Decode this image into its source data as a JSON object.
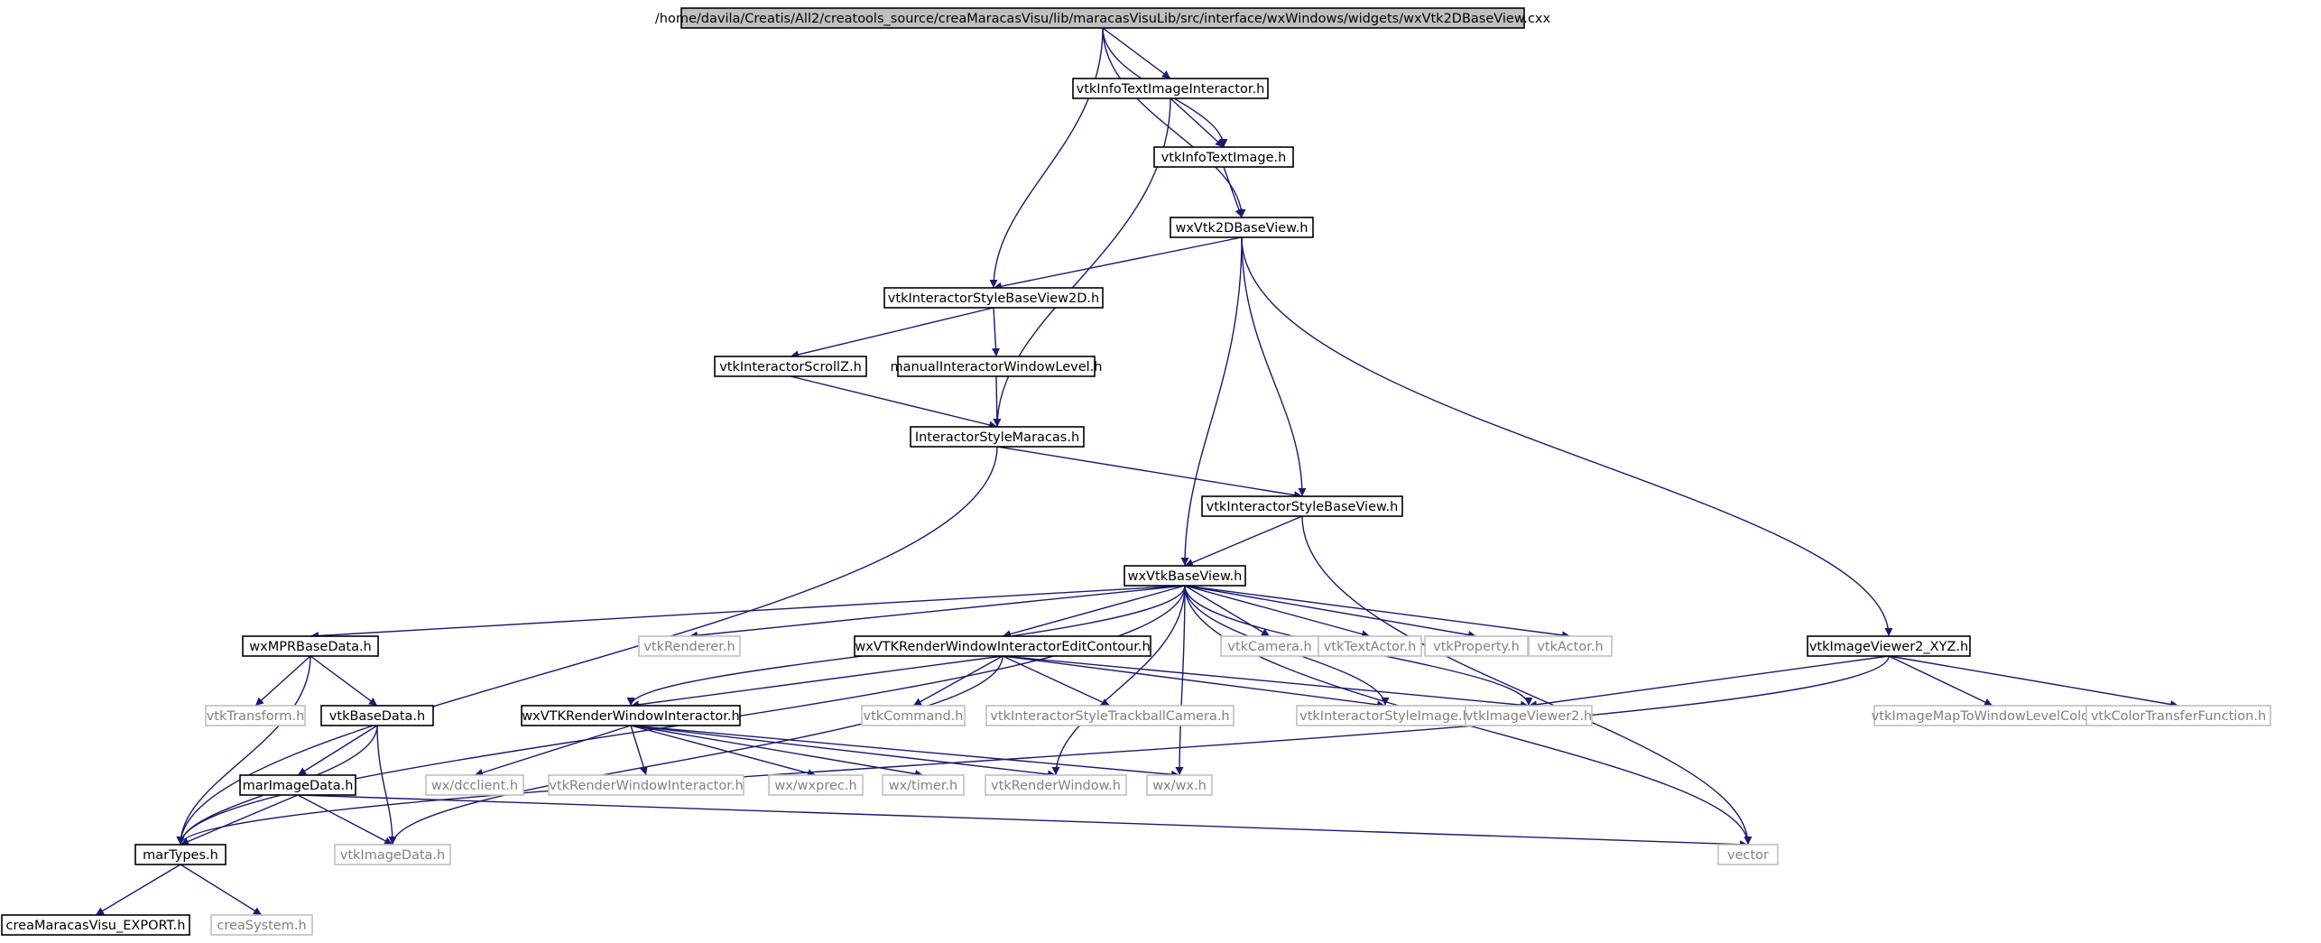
{
  "colors": {
    "edge": "#191970",
    "documented_border": "#000000",
    "undocumented_border": "#bfbfbf",
    "undocumented_text": "#808080",
    "root_fill": "#bfbfbf",
    "text": "#000000"
  },
  "nodes": {
    "root": "/home/davila/Creatis/All2/creatools_source/creaMaracasVisu/lib/maracasVisuLib/src/interface/wxWindows/widgets/wxVtk2DBaseView.cxx",
    "vtkInfoTextImageInteractor": "vtkInfoTextImageInteractor.h",
    "vtkInfoTextImage": "vtkInfoTextImage.h",
    "wxVtk2DBaseView": "wxVtk2DBaseView.h",
    "vtkInteractorStyleBaseView2D": "vtkInteractorStyleBaseView2D.h",
    "vtkInteractorScrollZ": "vtkInteractorScrollZ.h",
    "manualInteractorWindowLevel": "manualInteractorWindowLevel.h",
    "InteractorStyleMaracas": "InteractorStyleMaracas.h",
    "vtkInteractorStyleBaseView": "vtkInteractorStyleBaseView.h",
    "wxVtkBaseView": "wxVtkBaseView.h",
    "wxMPRBaseData": "wxMPRBaseData.h",
    "vtkRenderer": "vtkRenderer.h",
    "wxVTKRenderWindowInteractorEditContour": "wxVTKRenderWindowInteractorEditContour.h",
    "vtkCamera": "vtkCamera.h",
    "vtkTextActor": "vtkTextActor.h",
    "vtkProperty": "vtkProperty.h",
    "vtkActor": "vtkActor.h",
    "vtkImageViewer2_XYZ": "vtkImageViewer2_XYZ.h",
    "vtkTransform": "vtkTransform.h",
    "vtkBaseData": "vtkBaseData.h",
    "wxVTKRenderWindowInteractor": "wxVTKRenderWindowInteractor.h",
    "vtkCommand": "vtkCommand.h",
    "vtkInteractorStyleTrackballCamera": "vtkInteractorStyleTrackballCamera.h",
    "vtkInteractorStyleImage": "vtkInteractorStyleImage.h",
    "vtkImageViewer2": "vtkImageViewer2.h",
    "vtkImageMapToWindowLevelColors": "vtkImageMapToWindowLevelColors.h",
    "vtkColorTransferFunction": "vtkColorTransferFunction.h",
    "wxdcclient": "wx/dcclient.h",
    "vtkRenderWindowInteractor": "vtkRenderWindowInteractor.h",
    "wxwxprec": "wx/wxprec.h",
    "wxtimer": "wx/timer.h",
    "vtkRenderWindow": "vtkRenderWindow.h",
    "wxwx": "wx/wx.h",
    "marImageData": "marImageData.h",
    "marTypes": "marTypes.h",
    "vtkImageData": "vtkImageData.h",
    "vector": "vector",
    "creaMaracasVisu_EXPORT": "creaMaracasVisu_EXPORT.h",
    "creaSystem": "creaSystem.h"
  },
  "documented": [
    "vtkInfoTextImageInteractor",
    "vtkInfoTextImage",
    "wxVtk2DBaseView",
    "vtkInteractorStyleBaseView2D",
    "vtkInteractorScrollZ",
    "manualInteractorWindowLevel",
    "InteractorStyleMaracas",
    "vtkInteractorStyleBaseView",
    "wxVtkBaseView",
    "wxMPRBaseData",
    "wxVTKRenderWindowInteractorEditContour",
    "vtkImageViewer2_XYZ",
    "vtkBaseData",
    "wxVTKRenderWindowInteractor",
    "marImageData",
    "marTypes",
    "creaMaracasVisu_EXPORT"
  ],
  "edges": [
    [
      "root",
      "vtkInfoTextImageInteractor"
    ],
    [
      "root",
      "vtkInfoTextImage"
    ],
    [
      "root",
      "wxVtk2DBaseView"
    ],
    [
      "root",
      "vtkInteractorStyleBaseView2D"
    ],
    [
      "vtkInfoTextImageInteractor",
      "vtkInfoTextImage"
    ],
    [
      "vtkInfoTextImageInteractor",
      "InteractorStyleMaracas"
    ],
    [
      "vtkInfoTextImage",
      "wxVtk2DBaseView"
    ],
    [
      "wxVtk2DBaseView",
      "vtkInteractorStyleBaseView2D"
    ],
    [
      "wxVtk2DBaseView",
      "wxVtkBaseView"
    ],
    [
      "wxVtk2DBaseView",
      "vtkInteractorStyleBaseView"
    ],
    [
      "wxVtk2DBaseView",
      "vtkImageViewer2_XYZ"
    ],
    [
      "vtkInteractorStyleBaseView2D",
      "vtkInteractorScrollZ"
    ],
    [
      "vtkInteractorStyleBaseView2D",
      "manualInteractorWindowLevel"
    ],
    [
      "vtkInteractorScrollZ",
      "InteractorStyleMaracas"
    ],
    [
      "manualInteractorWindowLevel",
      "InteractorStyleMaracas"
    ],
    [
      "InteractorStyleMaracas",
      "vtkInteractorStyleBaseView"
    ],
    [
      "InteractorStyleMaracas",
      "marTypes"
    ],
    [
      "vtkInteractorStyleBaseView",
      "wxVtkBaseView"
    ],
    [
      "vtkInteractorStyleBaseView",
      "vector"
    ],
    [
      "wxVtkBaseView",
      "wxMPRBaseData"
    ],
    [
      "wxVtkBaseView",
      "vtkRenderer"
    ],
    [
      "wxVtkBaseView",
      "wxVTKRenderWindowInteractorEditContour"
    ],
    [
      "wxVtkBaseView",
      "vtkCamera"
    ],
    [
      "wxVtkBaseView",
      "vtkTextActor"
    ],
    [
      "wxVtkBaseView",
      "vtkProperty"
    ],
    [
      "wxVtkBaseView",
      "vtkActor"
    ],
    [
      "wxVtkBaseView",
      "vtkInteractorStyleImage"
    ],
    [
      "wxVtkBaseView",
      "vtkImageViewer2"
    ],
    [
      "wxVtkBaseView",
      "wxVTKRenderWindowInteractor"
    ],
    [
      "wxVtkBaseView",
      "vtkRenderWindow"
    ],
    [
      "wxVtkBaseView",
      "wxwx"
    ],
    [
      "wxVtkBaseView",
      "marTypes"
    ],
    [
      "wxVtkBaseView",
      "vector"
    ],
    [
      "wxMPRBaseData",
      "vtkTransform"
    ],
    [
      "wxMPRBaseData",
      "vtkBaseData"
    ],
    [
      "wxMPRBaseData",
      "marTypes"
    ],
    [
      "wxVTKRenderWindowInteractorEditContour",
      "wxVTKRenderWindowInteractor"
    ],
    [
      "wxVTKRenderWindowInteractorEditContour",
      "vtkCommand"
    ],
    [
      "wxVTKRenderWindowInteractorEditContour",
      "vtkInteractorStyleTrackballCamera"
    ],
    [
      "wxVTKRenderWindowInteractorEditContour",
      "vtkInteractorStyleImage"
    ],
    [
      "wxVTKRenderWindowInteractorEditContour",
      "vtkImageViewer2"
    ],
    [
      "wxVTKRenderWindowInteractorEditContour",
      "vtkImageData"
    ],
    [
      "vtkImageViewer2_XYZ",
      "vtkImageViewer2"
    ],
    [
      "vtkImageViewer2_XYZ",
      "vtkImageMapToWindowLevelColors"
    ],
    [
      "vtkImageViewer2_XYZ",
      "vtkColorTransferFunction"
    ],
    [
      "vtkImageViewer2_XYZ",
      "marTypes"
    ],
    [
      "vtkBaseData",
      "marImageData"
    ],
    [
      "vtkBaseData",
      "marTypes"
    ],
    [
      "vtkBaseData",
      "vtkImageData"
    ],
    [
      "wxVTKRenderWindowInteractor",
      "wxdcclient"
    ],
    [
      "wxVTKRenderWindowInteractor",
      "vtkRenderWindowInteractor"
    ],
    [
      "wxVTKRenderWindowInteractor",
      "wxwxprec"
    ],
    [
      "wxVTKRenderWindowInteractor",
      "wxtimer"
    ],
    [
      "wxVTKRenderWindowInteractor",
      "vtkRenderWindow"
    ],
    [
      "wxVTKRenderWindowInteractor",
      "wxwx"
    ],
    [
      "marImageData",
      "marTypes"
    ],
    [
      "marImageData",
      "vtkImageData"
    ],
    [
      "marImageData",
      "vector"
    ],
    [
      "marTypes",
      "creaMaracasVisu_EXPORT"
    ],
    [
      "marTypes",
      "creaSystem"
    ]
  ]
}
